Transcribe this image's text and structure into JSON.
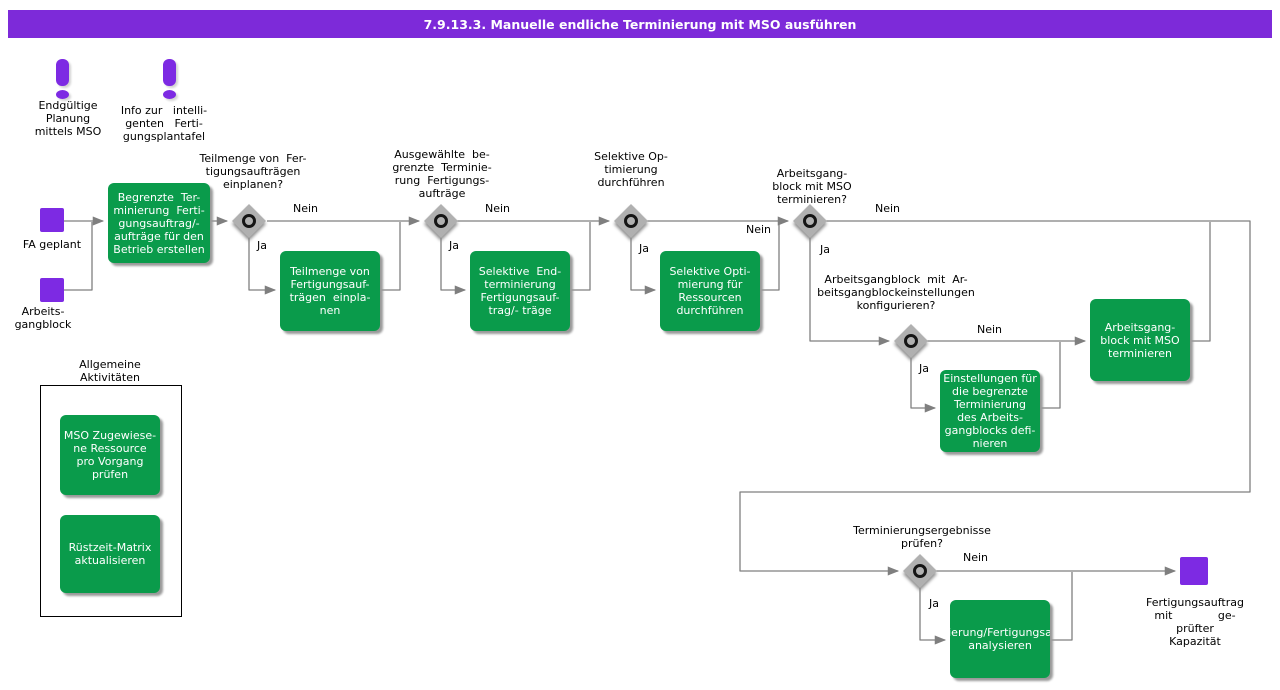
{
  "title": "7.9.13.3. Manuelle endliche Terminierung mit MSO ausführen",
  "colors": {
    "purple": "#7d2ae3",
    "green": "#0a9b4b",
    "line": "#7f7f7f",
    "titlebar": "#7d2ad9"
  },
  "notes": [
    {
      "icon": "exclamation-icon",
      "label": "Endgültige\nPlanung\nmittels MSO"
    },
    {
      "icon": "exclamation-icon",
      "label": "Info zur   intelli-\ngenten   Ferti-\ngungsplantafel"
    }
  ],
  "starts": [
    {
      "label": "FA geplant"
    },
    {
      "label": "Arbeits-\ngangblock"
    }
  ],
  "tasks": [
    {
      "label": "Begrenzte  Ter-\nminierung  Ferti-\ngungsauftrag/-\naufträge für den\nBetrieb erstellen"
    },
    {
      "label": "Teilmenge von\nFertigungsauf-\nträgen  einpla-\nnen"
    },
    {
      "label": "Selektive  End-\nterminierung\nFertigungsauf-\ntrag/- träge"
    },
    {
      "label": "Selektive Opti-\nmierung für\nRessourcen\ndurchführen"
    },
    {
      "label": "Einstellungen für\ndie begrenzte\nTerminierung\ndes Arbeits-\ngangblocks defi-\nnieren"
    },
    {
      "label": "Arbeitsgang-\nblock mit MSO\nterminieren"
    },
    {
      "label": "ierung/Fertigungsa\nanalysieren"
    },
    {
      "label": "MSO Zugewiese-\nne Ressource\npro Vorgang\nprüfen"
    },
    {
      "label": "Rüstzeit-Matrix\naktualisieren"
    }
  ],
  "gateways": [
    {
      "question": "Teilmenge von  Fer-\ntigungsaufträgen\neinplanen?",
      "yes": "Ja",
      "no": "Nein"
    },
    {
      "question": "Ausgewählte  be-\ngrenzte  Terminie-\nrung  Fertigungs-\naufträge",
      "yes": "Ja",
      "no": "Nein"
    },
    {
      "question": "Selektive Op-\ntimierung\ndurchführen",
      "yes": "Ja",
      "no": "Nein"
    },
    {
      "question": "Arbeitsgang-\nblock mit MSO\nterminieren?",
      "yes": "Ja",
      "no": "Nein"
    },
    {
      "question": "Arbeitsgangblock  mit  Ar-\nbeitsgangblockeinstellungen\nkonfigurieren?",
      "yes": "Ja",
      "no": "Nein"
    },
    {
      "question": "Terminierungsergebnisse\nprüfen?",
      "yes": "Ja",
      "no": "Nein"
    }
  ],
  "container": {
    "label": "Allgemeine\nAktivitäten"
  },
  "end": {
    "label": "Fertigungsauftrag\nmit             ge-\nprüfter\nKapazität"
  }
}
